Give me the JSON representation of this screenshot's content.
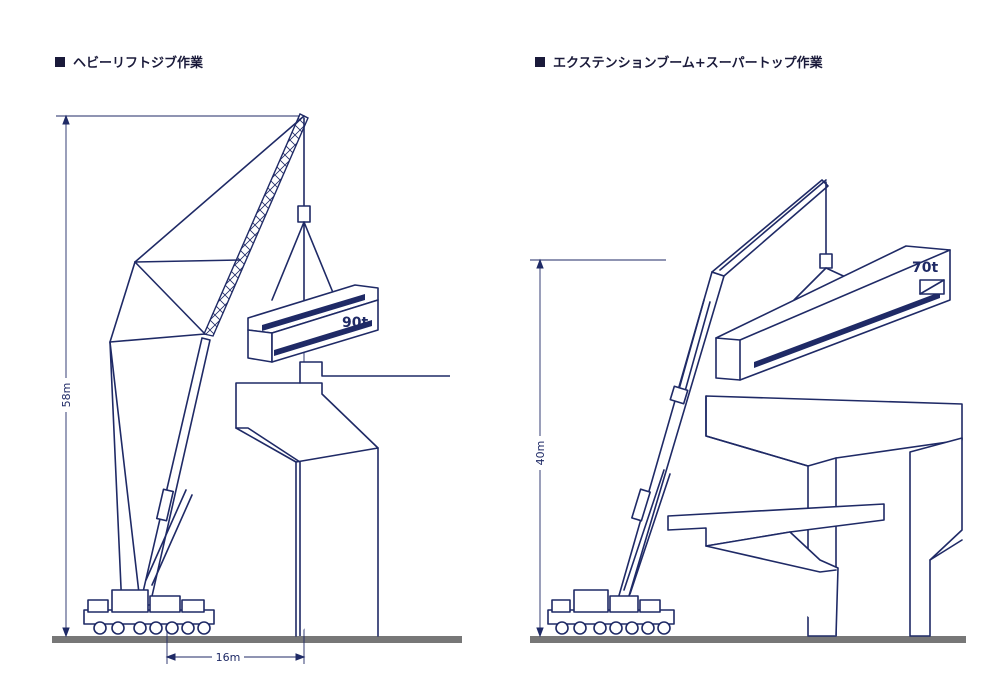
{
  "left_panel": {
    "title": "ヘビーリフトジブ作業",
    "height_label": "58m",
    "radius_label": "16m",
    "load_label": "90t"
  },
  "right_panel": {
    "title": "エクステンションブーム+スーパートップ作業",
    "height_label": "40m",
    "load_label": "70t"
  },
  "colors": {
    "line": "#1f2a66",
    "ground": "#777777",
    "heading": "#1a1a3a"
  }
}
